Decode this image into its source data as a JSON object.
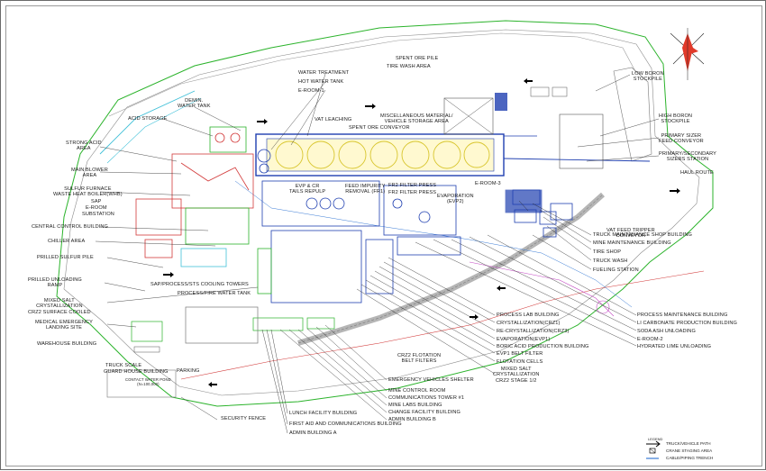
{
  "labels": {
    "spent_ore_pile": "SPENT ORE PILE",
    "tire_wash_area": "TIRE WASH AREA",
    "low_boron_stockpile": "LOW BORON\nSTOCKPILE",
    "high_boron_stockpile": "HIGH BORON\nSTOCKPILE",
    "primary_sizer": "PRIMARY SIZER\nFEED CONVEYOR",
    "primary_secondary_sizers": "PRIMARY/SECONDARY\nSIZERS STATION",
    "haul_route": "HAUL ROUTE",
    "water_treatment": "WATER TREATMENT",
    "hot_water_tank": "HOT WATER TANK",
    "e_room_1_top": "E-ROOM-1",
    "demin_water_tank": "DEMIN.\nWATER TANK",
    "acid_storage": "ACID STORAGE",
    "vat_leaching": "VAT LEACHING",
    "misc_storage": "MISCELLANEOUS MATERIAL/\nVEHICLE STORAGE AREA",
    "spent_ore_conveyor": "SPENT ORE CONVEYOR",
    "strong_acid_area": "STRONG ACID\nAREA",
    "main_blower_area": "MAIN BLOWER\nAREA",
    "sulfur_furnace": "SULFUR FURNACE\nWASTE HEAT BOILER(WHB)",
    "sap": "SAP",
    "e_room_left": "E-ROOM",
    "substation": "SUBSTATION",
    "evp_cr_tails": "EVP & CR\nTAILS REPULP",
    "feed_impurity": "FEED IMPURITY\nREMOVAL (FR1)",
    "fr2_filter_press_a": "FR2 FILTER PRESS",
    "fr2_filter_press_b": "FR2 FILTER PRESS",
    "evaporation_evp2": "EVAPORATION\n(EVP2)",
    "e_room_3": "E-ROOM-3",
    "central_control": "CENTRAL CONTROL BUILDING",
    "chiller_area": "CHILLER AREA",
    "prilled_sulfur_pile": "PRILLED SULFUR PILE",
    "prilled_unloading": "PRILLED UNLOADING\nRAMP",
    "sap_cooling": "SAP/PROCESS/STS COOLING TOWERS",
    "process_fire_tank": "PROCESS/FIRE WATER TANK",
    "mixed_salt_crz2": "MIXED SALT\nCRYSTALLIZATION\nCRZ2 SURFACE COOLED",
    "medical_emergency": "MEDICAL EMERGENCY\nLANDING SITE",
    "warehouse": "WAREHOUSE BUILDING",
    "truck_scale": "TRUCK SCALE",
    "guard_house": "GUARD HOUSE BUILDING",
    "parking": "PARKING",
    "contact_water_pond": "CONTACT WATER POND\n(N=100,000)",
    "security_fence": "SECURITY FENCE",
    "vat_feed_tripper": "VAT FEED TRIPPER\nCONVEYOR",
    "truck_maint_shop": "TRUCK MAINTENANCE SHOP BUILDING",
    "mine_maint": "MINE MAINTENANCE BUILDING",
    "tire_shop": "TIRE SHOP",
    "truck_wash": "TRUCK WASH",
    "fueling_station": "FUELING STATION",
    "process_maint": "PROCESS MAINTENANCE BUILDING",
    "li_carbonate": "LI CARBONATE PRODUCTION BUILDING",
    "soda_ash": "SODA ASH UNLOADING",
    "e_room_2": "E-ROOM-2",
    "hydrated_lime": "HYDRATED LIME UNLOADING",
    "process_lab": "PROCESS LAB BUILDING",
    "crystallization_crz1": "CRYSTALLIZATION(CRZ1)",
    "re_crystallization": "RE-CRYSTALLIZATION(CRZ3)",
    "evaporation_evp1": "EVAPORATION(EVP1)",
    "boric_acid": "BORIC ACID PRODUCTION BUILDING",
    "evp1_belt_filter": "EVP1 BELT FILTER",
    "flotation_cells": "FLOTATION CELLS",
    "mixed_salt_crz2_stage": "MIXED SALT\nCRYSTALLIZATION\nCRZ2 STAGE 1/2",
    "crz2_flotation": "CRZ2 FLOTATION\nBELT FILTERS",
    "emergency_vehicles": "EMERGENCY VEHICLES SHELTER",
    "mine_control": "MINE CONTROL ROOM",
    "comm_tower": "COMMUNICATIONS TOWER #1",
    "mine_labs": "MINE LABS BUILDING",
    "change_facility": "CHANGE FACILITY BUILDING",
    "admin_b": "ADMIN BUILDING B",
    "lunch_facility": "LUNCH FACILITY BUILDING",
    "first_aid": "FIRST AID AND COMMUNICATIONS BUILDING",
    "admin_a": "ADMIN BUILDING A"
  },
  "legend": {
    "title": "LEGEND",
    "items": [
      {
        "label": "TRUCK/VEHICLE PATH",
        "symbol": "arrow",
        "color": "#000000"
      },
      {
        "label": "CRANE STAGING AREA",
        "symbol": "box",
        "color": "#000000"
      },
      {
        "label": "CABLE/PIPING TRENCH",
        "symbol": "line",
        "color": "#3a7bd5"
      }
    ]
  },
  "colors": {
    "fence": "#2bb32b",
    "haul_road": "#9a9a9a",
    "process_blue": "#1f3fb0",
    "acid_red": "#d23a3a",
    "vat_yellow": "#e8d84a",
    "cyan_trench": "#41c0d8",
    "magenta_route": "#c44bc4"
  }
}
